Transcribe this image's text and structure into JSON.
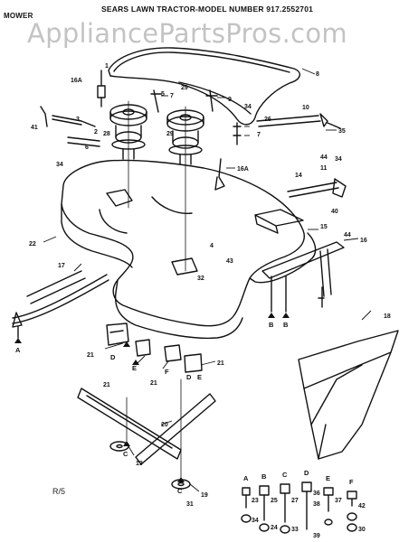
{
  "header": {
    "title": "SEARS LAWN TRACTOR-MODEL NUMBER 917.2552701",
    "section": "MOWER"
  },
  "watermark": "AppliancePartsPros.com",
  "page_code": "R/5",
  "callouts": {
    "c1": "1",
    "c2": "2",
    "c3": "3",
    "c4": "4",
    "c5": "5",
    "c6": "6",
    "c7a": "7",
    "c7b": "7",
    "c8": "8",
    "c9": "9",
    "c10": "10",
    "c11": "11",
    "c14": "14",
    "c15": "15",
    "c16": "16",
    "c16a_left": "16A",
    "c16a_right": "16A",
    "c17": "17",
    "c18": "18",
    "c19a": "19",
    "c19b": "19",
    "c20": "20",
    "c21a": "21",
    "c21b": "21",
    "c21c": "21",
    "c21d": "21",
    "c22": "22",
    "c23": "23",
    "c24": "24",
    "c25": "25",
    "c26": "26",
    "c27": "27",
    "c28": "28",
    "c29a": "29",
    "c29b": "29",
    "c30": "30",
    "c31": "31",
    "c32": "32",
    "c33": "33",
    "c34a": "34",
    "c34b": "34",
    "c34c": "34",
    "c35": "35",
    "c36": "36",
    "c37": "37",
    "c38": "38",
    "c39": "39",
    "c40": "40",
    "c41": "41",
    "c42": "42",
    "c43": "43",
    "c44a": "44",
    "c44b": "44"
  },
  "letters": {
    "a": "A",
    "b": "B",
    "c": "C",
    "d": "D",
    "e": "E",
    "f": "F"
  },
  "colors": {
    "ink": "#111111",
    "watermark": "#b9b9b9",
    "paper": "#ffffff"
  }
}
